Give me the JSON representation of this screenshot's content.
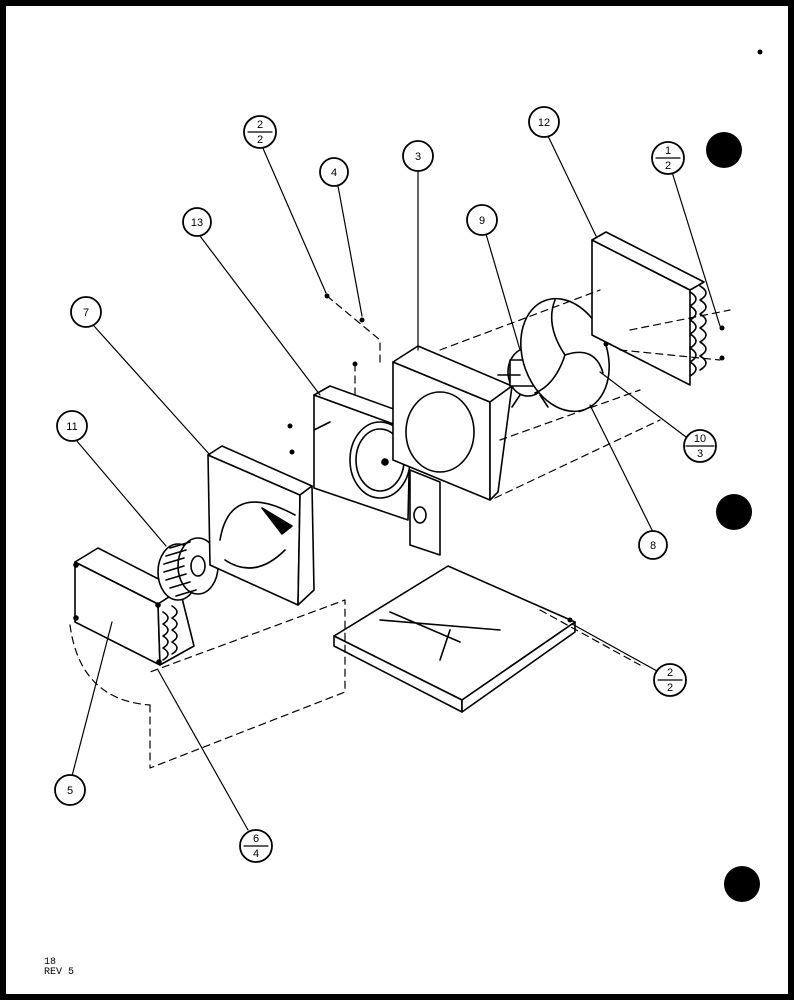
{
  "callouts": {
    "c1": "1",
    "c1_sub": "2",
    "c2a": "2",
    "c2a_sub": "2",
    "c2b": "2",
    "c2b_sub": "2",
    "c3": "3",
    "c4": "4",
    "c5": "5",
    "c6": "6",
    "c6_sub": "4",
    "c7": "7",
    "c8": "8",
    "c9": "9",
    "c10": "10",
    "c10_sub": "3",
    "c11": "11",
    "c12": "12",
    "c13": "13"
  },
  "footer": {
    "page_number": "18",
    "revision": "REV 5"
  }
}
